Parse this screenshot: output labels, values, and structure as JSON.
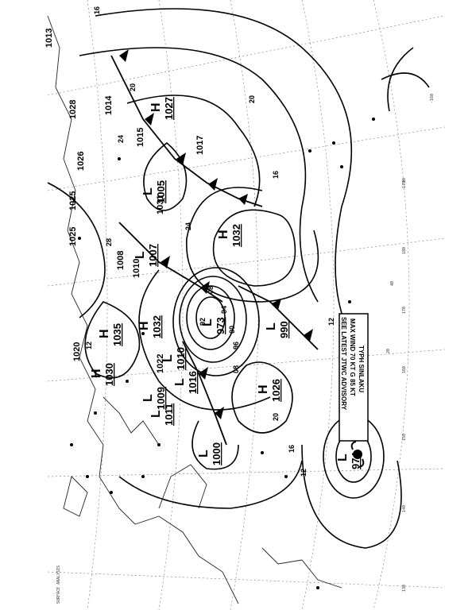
{
  "map": {
    "advisory": {
      "line1": "TYPH SINLAKU",
      "line2": "MAX WIND 70 KT G 85 KT",
      "line3": "SEE LATEST JTWC ADVISORY"
    },
    "footer_left": "SURFACE ANALYSIS",
    "longitude_labels": [
      "130",
      "140",
      "150",
      "160",
      "170",
      "180",
      "-170",
      "-160"
    ],
    "latitude_labels": [
      "20",
      "30",
      "40"
    ],
    "pressure_centers": [
      {
        "type": "H",
        "value": "1035"
      },
      {
        "type": "H",
        "value": "1030"
      },
      {
        "type": "H",
        "value": "1032"
      },
      {
        "type": "H",
        "value": "1026"
      },
      {
        "type": "H",
        "value": "1027"
      },
      {
        "type": "H",
        "value": "1032"
      },
      {
        "type": "L",
        "value": "1000"
      },
      {
        "type": "L",
        "value": "1005"
      },
      {
        "type": "L",
        "value": "1007"
      },
      {
        "type": "L",
        "value": "973"
      },
      {
        "type": "L",
        "value": "990"
      },
      {
        "type": "L",
        "value": "974"
      },
      {
        "type": "L",
        "value": "1010"
      },
      {
        "type": "L",
        "value": "1016"
      },
      {
        "type": "L",
        "value": "1011"
      },
      {
        "type": "L",
        "value": "1009"
      }
    ],
    "isobar_labels": [
      "16",
      "20",
      "24",
      "28",
      "12",
      "08",
      "04",
      "00",
      "96",
      "92",
      "16",
      "20",
      "24",
      "12",
      "08",
      "16",
      "20",
      "12",
      "1028",
      "1026",
      "1025",
      "1025",
      "1014",
      "1017",
      "1020",
      "1013",
      "1022",
      "1008",
      "1010",
      "1031",
      "1015"
    ]
  }
}
